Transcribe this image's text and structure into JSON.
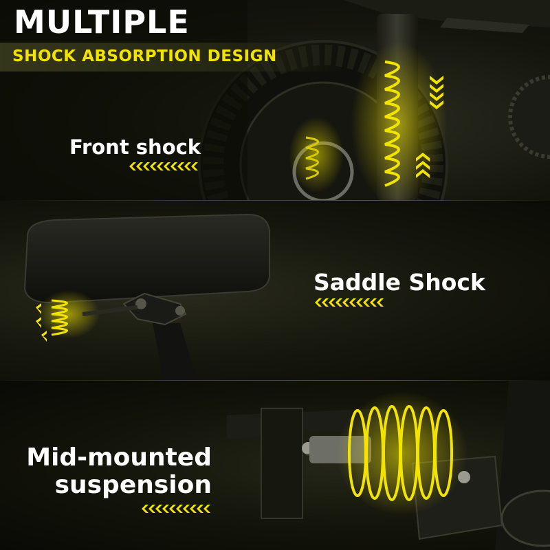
{
  "header": {
    "title": "MULTIPLE",
    "subtitle": "SHOCK ABSORPTION DESIGN"
  },
  "sections": [
    {
      "label": "Front shock"
    },
    {
      "label": "Saddle Shock"
    },
    {
      "label_lines": [
        "Mid-mounted",
        "suspension"
      ]
    }
  ],
  "colors": {
    "accent": "#f3e400",
    "background": "#0b0c06",
    "text": "#ffffff"
  }
}
